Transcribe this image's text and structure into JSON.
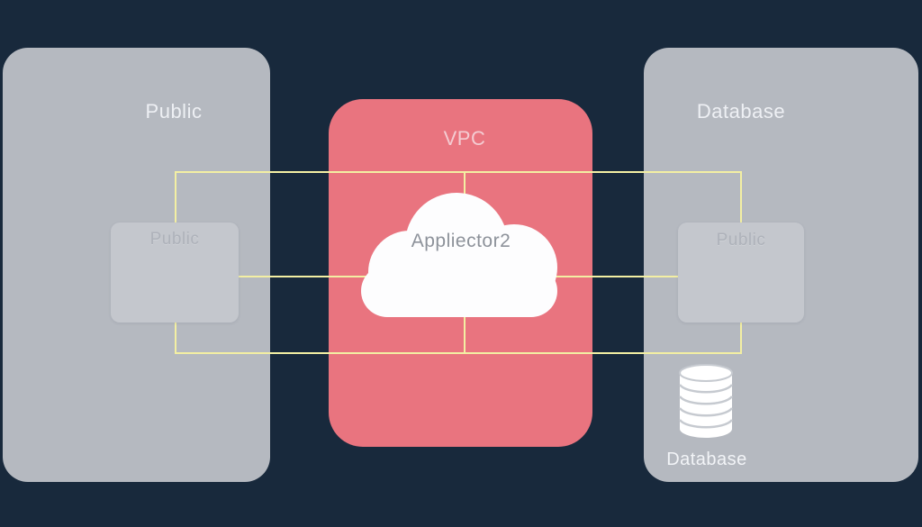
{
  "diagram": {
    "background_color": "#18293c",
    "connector_color": "#f3efa3",
    "left_panel": {
      "title": "Public",
      "color": "#b5b9c0",
      "subnet": {
        "label": "Public"
      }
    },
    "vpc": {
      "title": "VPC",
      "color": "#e9747f",
      "cloud": {
        "label": "Appliector2",
        "icon": "cloud-icon",
        "color": "#ffffff"
      }
    },
    "right_panel": {
      "title": "Database",
      "color": "#b5b9c0",
      "subnet": {
        "label": "Public"
      },
      "database": {
        "label": "Database",
        "icon": "database-cylinder-icon",
        "color": "#ffffff"
      }
    }
  }
}
